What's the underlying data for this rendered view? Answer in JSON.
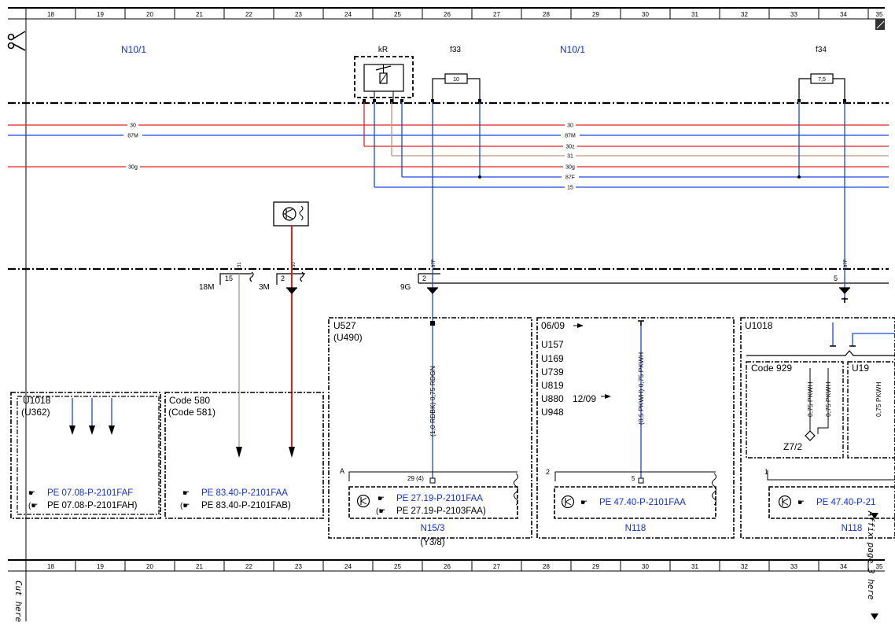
{
  "ruler": {
    "top": [
      "18",
      "19",
      "20",
      "21",
      "22",
      "23",
      "24",
      "25",
      "26",
      "27",
      "28",
      "29",
      "30",
      "31",
      "32",
      "33",
      "34",
      "35"
    ],
    "bottom": [
      "18",
      "19",
      "20",
      "21",
      "22",
      "23",
      "24",
      "25",
      "26",
      "27",
      "28",
      "29",
      "30",
      "31",
      "32",
      "33",
      "34",
      "35"
    ]
  },
  "header": {
    "n10_left": "N10/1",
    "n10_right": "N10/1",
    "kr": "kR",
    "f33": "f33",
    "f34": "f34",
    "fuse_f33_value": "10",
    "fuse_f34_value": "7,5"
  },
  "buses": {
    "b30": "30",
    "b87m": "87M",
    "b30z": "30z",
    "b31": "31",
    "b30g": "30g",
    "b87f": "87F",
    "b15": "15"
  },
  "connector": {
    "pin15": "15",
    "pin2a": "2",
    "pin2b": "2",
    "pin5": "5",
    "term31": "31",
    "term30": "30",
    "term87f_a": "87F",
    "term87f_b": "87F",
    "label_18m": "18M",
    "label_3m": "3M",
    "label_9g": "9G"
  },
  "boxes": {
    "u1018_a": "U1018",
    "u362": "(U362)",
    "code580": "Code 580",
    "code581": "(Code 581)",
    "u527": "U527",
    "u490": "(U490)",
    "date_0609": "06/09",
    "u157": "U157",
    "u169": "U169",
    "u739": "U739",
    "u819": "U819",
    "u880": "U880",
    "date_1209": "12/09",
    "u948": "U948",
    "u1018_b": "U1018",
    "code929": "Code 929",
    "u19": "U19",
    "z72": "Z7/2"
  },
  "wires": {
    "w1": "(1,0 RDBK) 0,75 RDGN",
    "w2": "(0,5 PKWH) 0,75 PKWH",
    "w3": "0,75 PKWH",
    "w4": "0,75 PKWH",
    "w5": "0,75 PKWH"
  },
  "refs": {
    "r1": "PE 07.08-P-2101FAF",
    "r1b": "PE 07.08-P-2101FAH)",
    "r2": "PE 83.40-P-2101FAA",
    "r2b": "PE 83.40-P-2101FAB)",
    "r3": "PE 27.19-P-2101FAA",
    "r3b": "PE 27.19-P-2103FAA)",
    "r4": "PE 47.40-P-2101FAA",
    "r5": "PE 47.40-P-21"
  },
  "components": {
    "n153": "N15/3",
    "y38": "(Y3/8)",
    "n118a": "N118",
    "n118b": "N118",
    "pinA": "A",
    "pin29": "29 (4)",
    "pin2c": "2",
    "pin5b": "5",
    "pin1": "1"
  },
  "margin": {
    "cut_here": "Cut here",
    "affix": "Affix page 3 here"
  },
  "colors": {
    "red": "#e8201c",
    "blue": "#1a48e0",
    "tan": "#b9967f",
    "link": "#1030e0",
    "black": "#000000"
  }
}
